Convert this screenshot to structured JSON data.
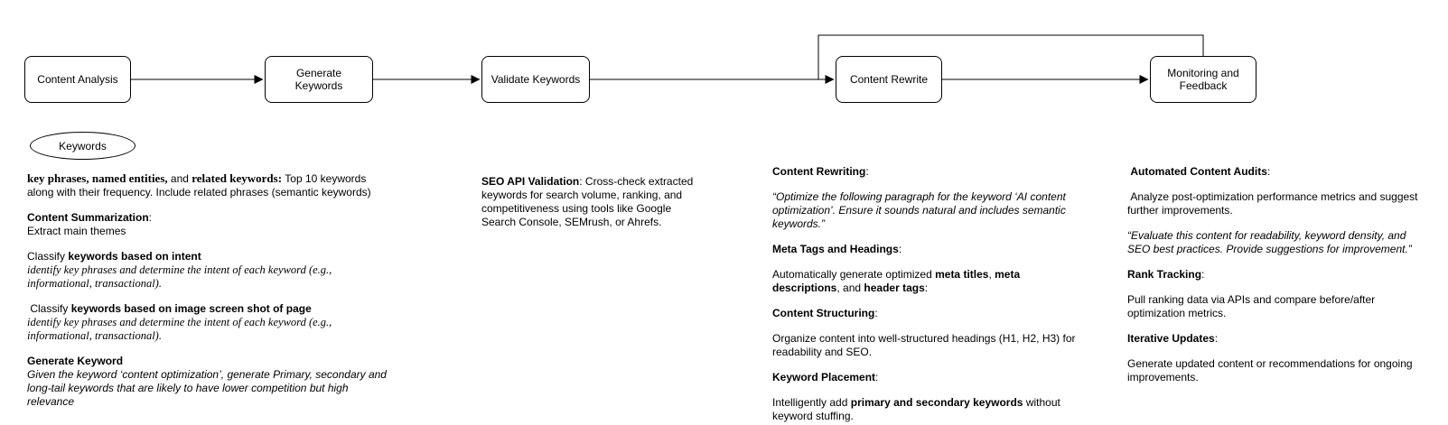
{
  "flow": {
    "nodes": [
      {
        "label": "Content Analysis"
      },
      {
        "label": "Generate Keywords"
      },
      {
        "label": "Validate Keywords"
      },
      {
        "label": "Content Rewrite"
      },
      {
        "label": "Monitoring and Feedback"
      }
    ],
    "ellipse_label": "Keywords"
  },
  "notes": {
    "analysis": [
      {
        "runs": [
          {
            "t": "key phrases, named entities, ",
            "s": "bserif"
          },
          {
            "t": "and ",
            "s": ""
          },
          {
            "t": "related keywords: ",
            "s": "bserif"
          },
          {
            "t": "Top 10 keywords along with their frequency. Include related phrases (semantic keywords)",
            "s": ""
          }
        ]
      },
      {
        "runs": [
          {
            "t": "Content Summarization",
            "s": "bsans"
          },
          {
            "t": ":\nExtract main themes",
            "s": ""
          }
        ]
      },
      {
        "runs": [
          {
            "t": "Classify ",
            "s": ""
          },
          {
            "t": "keywords based on intent",
            "s": "bsans"
          },
          {
            "t": "\n",
            "s": ""
          },
          {
            "t": "identify key phrases and determine the intent of each keyword (e.g., informational, transactional).",
            "s": "iserif"
          }
        ]
      },
      {
        "runs": [
          {
            "t": " Classify ",
            "s": ""
          },
          {
            "t": "keywords based on image screen shot of page",
            "s": "bsans"
          },
          {
            "t": "\n",
            "s": ""
          },
          {
            "t": "identify key phrases and determine the intent of each keyword (e.g., informational, transactional).",
            "s": "iserif"
          }
        ]
      },
      {
        "runs": [
          {
            "t": "Generate Keyword",
            "s": "bsans"
          },
          {
            "t": "\n",
            "s": ""
          },
          {
            "t": "Given the keyword ‘content optimization’, generate Primary, secondary and long-tail keywords that are likely to have lower competition but high relevance",
            "s": "isans"
          }
        ]
      }
    ],
    "validate": [
      {
        "runs": [
          {
            "t": "SEO API Validation",
            "s": "bsans"
          },
          {
            "t": ": Cross-check extracted keywords for search volume, ranking, and competitiveness using tools like Google Search Console, SEMrush, or Ahrefs.",
            "s": ""
          }
        ]
      }
    ],
    "rewrite": [
      {
        "runs": [
          {
            "t": "Content Rewriting",
            "s": "bsans"
          },
          {
            "t": ":",
            "s": ""
          }
        ]
      },
      {
        "runs": [
          {
            "t": "“Optimize the following paragraph for the keyword ‘AI content optimization’. Ensure it sounds natural and includes semantic keywords.”",
            "s": "isans"
          }
        ]
      },
      {
        "runs": [
          {
            "t": "Meta Tags and Headings",
            "s": "bsans"
          },
          {
            "t": ":",
            "s": ""
          }
        ]
      },
      {
        "runs": [
          {
            "t": "Automatically generate optimized ",
            "s": ""
          },
          {
            "t": "meta titles",
            "s": "bsans"
          },
          {
            "t": ", ",
            "s": ""
          },
          {
            "t": "meta descriptions",
            "s": "bsans"
          },
          {
            "t": ", and ",
            "s": ""
          },
          {
            "t": "header tags",
            "s": "bsans"
          },
          {
            "t": ":",
            "s": ""
          }
        ]
      },
      {
        "runs": [
          {
            "t": "Content Structuring",
            "s": "bsans"
          },
          {
            "t": ":",
            "s": ""
          }
        ]
      },
      {
        "runs": [
          {
            "t": "Organize content into well-structured headings (H1, H2, H3) for readability and SEO.",
            "s": ""
          }
        ]
      },
      {
        "runs": [
          {
            "t": "Keyword Placement",
            "s": "bsans"
          },
          {
            "t": ":",
            "s": ""
          }
        ]
      },
      {
        "runs": [
          {
            "t": "Intelligently add ",
            "s": ""
          },
          {
            "t": "primary and secondary keywords",
            "s": "bsans"
          },
          {
            "t": " without keyword stuffing.",
            "s": ""
          }
        ]
      }
    ],
    "monitor": [
      {
        "runs": [
          {
            "t": " Automated Content Audits",
            "s": "bsans"
          },
          {
            "t": ":",
            "s": ""
          }
        ]
      },
      {
        "runs": [
          {
            "t": " Analyze post-optimization performance metrics and suggest further improvements.",
            "s": ""
          }
        ]
      },
      {
        "runs": [
          {
            "t": "“Evaluate this content for readability, keyword density, and SEO best practices. Provide suggestions for improvement.”",
            "s": "isans"
          }
        ]
      },
      {
        "runs": [
          {
            "t": "Rank Tracking",
            "s": "bsans"
          },
          {
            "t": ":",
            "s": ""
          }
        ]
      },
      {
        "runs": [
          {
            "t": "Pull ranking data via APIs and compare before/after optimization metrics.",
            "s": ""
          }
        ]
      },
      {
        "runs": [
          {
            "t": "Iterative Updates",
            "s": "bsans"
          },
          {
            "t": ":",
            "s": ""
          }
        ]
      },
      {
        "runs": [
          {
            "t": "Generate updated content or recommendations for ongoing improvements.",
            "s": ""
          }
        ]
      }
    ]
  }
}
